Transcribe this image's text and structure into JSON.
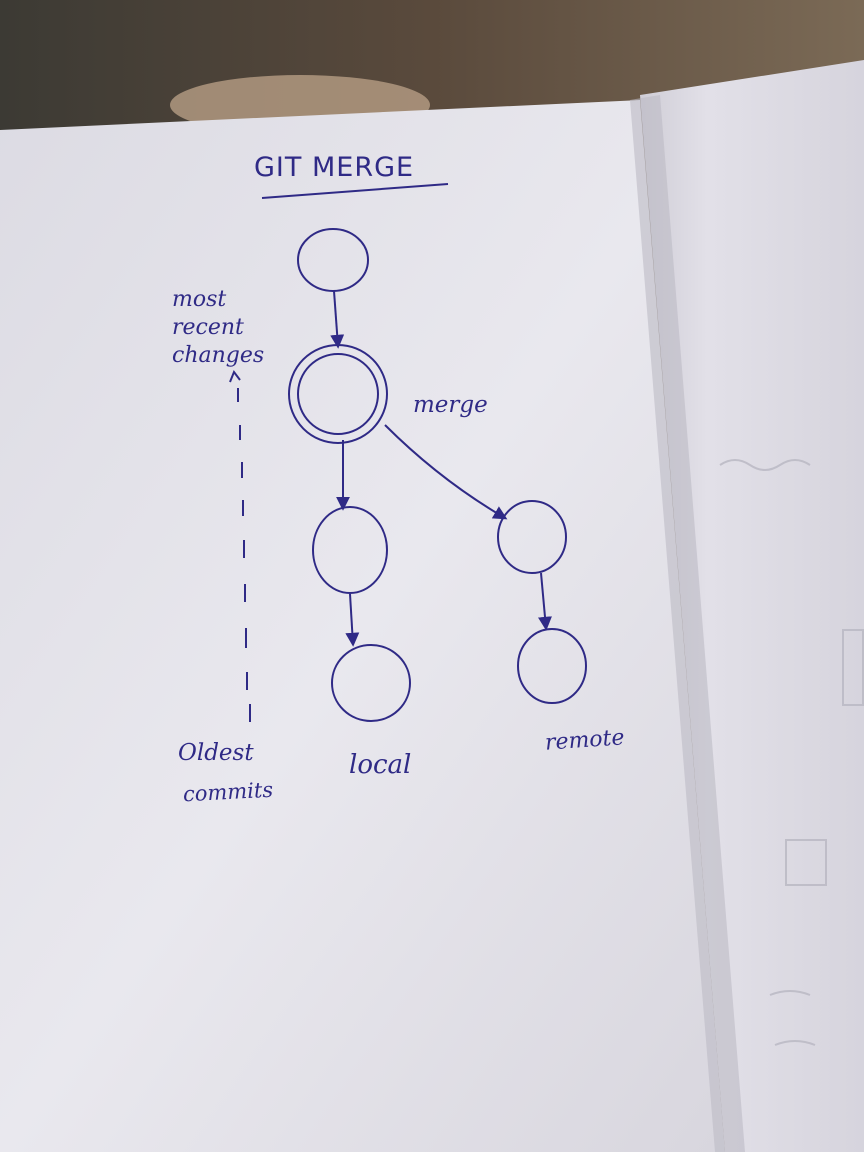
{
  "title": "GIT MERGE",
  "side_labels": {
    "top": [
      "most",
      "recent",
      "changes"
    ],
    "bottom_line1": "Oldest",
    "bottom_line2": "commits"
  },
  "node_labels": {
    "merge": "merge",
    "local": "local",
    "remote": "remote"
  },
  "colors": {
    "ink": "#2f2a86",
    "paper": "#ecebf1",
    "background": "#5a5044"
  }
}
